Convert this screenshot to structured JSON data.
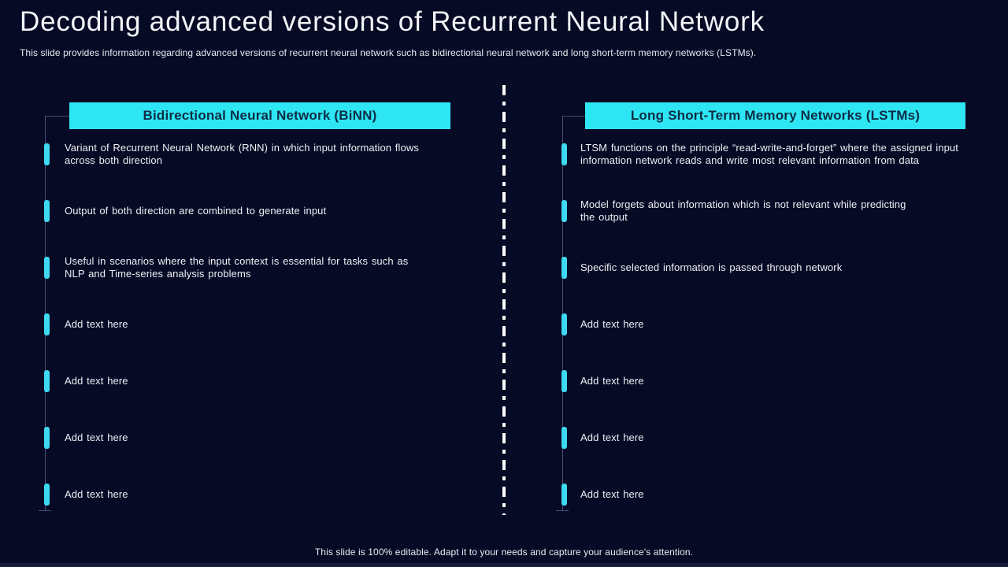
{
  "slide": {
    "title": "Decoding advanced versions of Recurrent Neural Network",
    "subtitle": "This slide provides information regarding advanced versions of recurrent neural network such as bidirectional neural network and long short-term memory networks (LSTMs).",
    "footer": "This slide is 100% editable. Adapt it to your needs and capture your audience's attention."
  },
  "columns": [
    {
      "header": "Bidirectional Neural Network (BiNN)",
      "items": [
        "Variant of Recurrent Neural Network (RNN) in which input information flows\nacross both direction",
        "Output of both direction are combined to generate input",
        "Useful in scenarios where the input context is essential for tasks such as\nNLP and Time-series analysis problems",
        "Add text here",
        "Add text here",
        "Add text here",
        "Add text here"
      ]
    },
    {
      "header": "Long Short-Term Memory Networks (LSTMs)",
      "items": [
        "LTSM functions on the principle “read-write-and-forget”  where the assigned input\ninformation network reads and write most relevant  information from data",
        "Model forgets about information which is not relevant  while predicting\nthe output",
        "Specific selected information is passed through network",
        "Add text here",
        "Add text here",
        "Add text here",
        "Add text here"
      ]
    }
  ],
  "colors": {
    "background": "#060a24",
    "accent_cyan": "#2ee6f3",
    "bullet_cyan": "#3ed8f2",
    "header_text": "#0e2c44",
    "body_text": "#eef0f6",
    "connector_line": "#454f78",
    "divider_white": "#ffffff"
  },
  "icons": {
    "bullet_tick": "cyan-vertical-bar",
    "center_divider": "white-dash-dot-vertical-line"
  }
}
